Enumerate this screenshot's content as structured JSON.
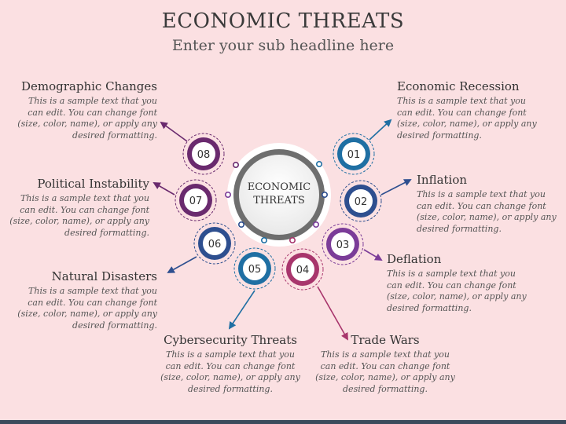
{
  "header": {
    "title": "ECONOMIC THREATS",
    "subtitle": "Enter your sub headline here"
  },
  "center": {
    "line1": "ECONOMIC",
    "line2": "THREATS"
  },
  "colors": {
    "background": "#fbe0e2",
    "blue": "#1f6fa3",
    "navy": "#2e4f8f",
    "purple": "#7b3c98",
    "magenta": "#a8356c",
    "dark_purple": "#6a2a6e"
  },
  "items": [
    {
      "num": "01",
      "title": "Economic Recession",
      "text": "This is a sample text that you can edit. You can change font (size, color, name), or apply any desired formatting."
    },
    {
      "num": "02",
      "title": "Inflation",
      "text": "This is a sample text that you can edit. You can change font (size, color, name), or apply any desired formatting."
    },
    {
      "num": "03",
      "title": "Deflation",
      "text": "This is a sample text that you can edit. You can change font (size, color, name), or apply any desired formatting."
    },
    {
      "num": "04",
      "title": "Trade Wars",
      "text": "This is a sample text that you can edit. You can change font (size, color, name), or apply any desired formatting."
    },
    {
      "num": "05",
      "title": "Cybersecurity Threats",
      "text": "This is a sample text that you can edit. You can change font (size, color, name), or apply any desired formatting."
    },
    {
      "num": "06",
      "title": "Natural Disasters",
      "text": "This is a sample text that you can edit. You can change font (size, color, name), or apply any desired formatting."
    },
    {
      "num": "07",
      "title": "Political Instability",
      "text": "This is a sample text that you can edit. You can change font (size, color, name), or apply any desired formatting."
    },
    {
      "num": "08",
      "title": "Demographic Changes",
      "text": "This is a sample text that you can edit. You can change font (size, color, name), or apply any desired formatting."
    }
  ]
}
